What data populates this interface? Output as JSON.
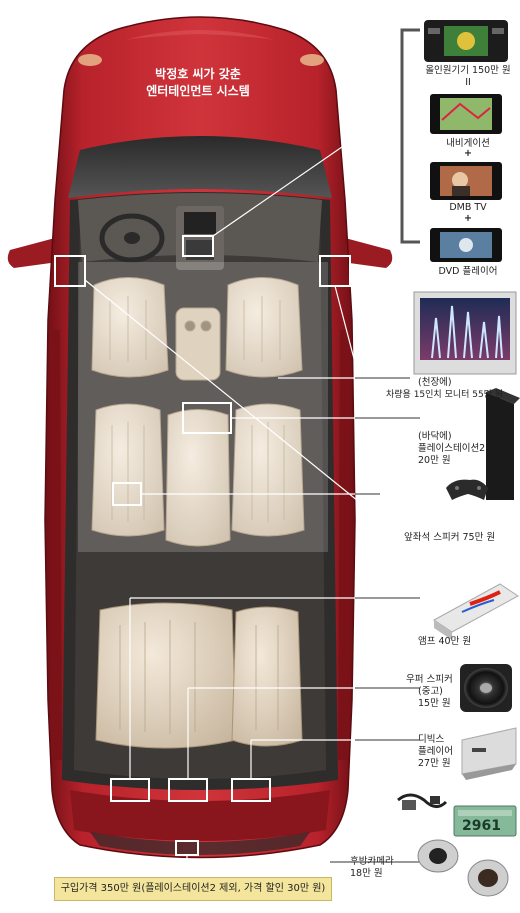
{
  "title": {
    "line1": "박정호 씨가 갖춘",
    "line2": "엔터테인먼트 시스템"
  },
  "labels": {
    "allinone": "올인원기기 150만 원",
    "equals": "II",
    "navi": "내비게이션",
    "plus1": "+",
    "dmb": "DMB TV",
    "plus2": "+",
    "dvd": "DVD 플레이어",
    "monitor_line1": "(천장에)",
    "monitor_line2": "차량용 15인치 모니터 55만 원",
    "ps2_line1": "(바닥에)",
    "ps2_line2": "플레이스테이션2",
    "ps2_line3": "20만 원",
    "speaker": "앞좌석 스피커 75만 원",
    "amp": "앰프 40만 원",
    "woofer_line1": "우퍼 스피커",
    "woofer_line2": "(중고)",
    "woofer_line3": "15만 원",
    "divx_line1": "디빅스",
    "divx_line2": "플레이어",
    "divx_line3": "27만 원",
    "plate": "2961",
    "camera_line1": "후방카메라",
    "camera_line2": "18만 원"
  },
  "bottom_note": "구입가격 350만 원(플레이스테이션2 제외, 가격 할인 30만 원)",
  "colors": {
    "car_body": "#b8222b",
    "car_dark": "#7a1218",
    "seat": "#e4d6c2",
    "bracket": "#555555",
    "highlight_box": "#ffffff",
    "note_bg": "#f3e59c"
  }
}
